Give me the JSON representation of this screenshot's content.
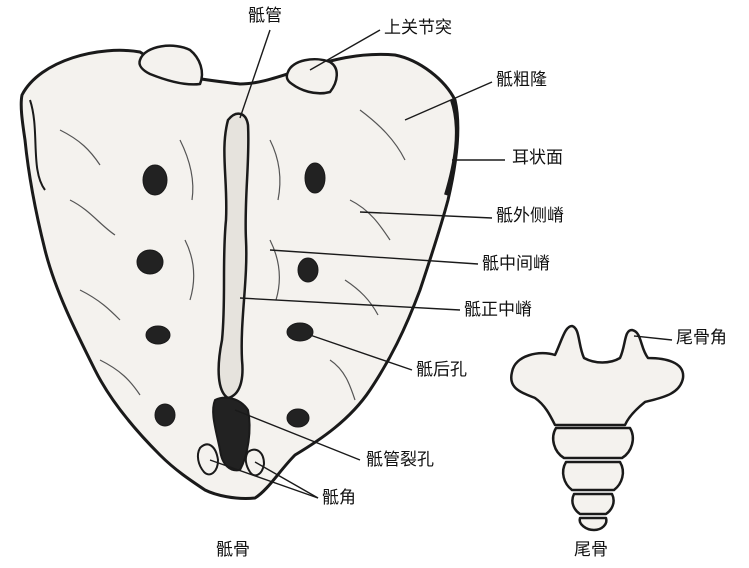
{
  "figure": {
    "sacrum_caption": "骶骨",
    "coccyx_caption": "尾骨"
  },
  "labels": {
    "sacral_canal": "骶管",
    "superior_articular_process": "上关节突",
    "sacral_tuberosity": "骶粗隆",
    "auricular_surface": "耳状面",
    "lateral_sacral_crest": "骶外侧嵴",
    "intermediate_sacral_crest": "骶中间嵴",
    "median_sacral_crest": "骶正中嵴",
    "posterior_sacral_foramen": "骶后孔",
    "sacral_hiatus": "骶管裂孔",
    "sacral_cornu": "骶角",
    "coccygeal_cornu": "尾骨角"
  },
  "colors": {
    "ink": "#1a1a1a",
    "bone_fill": "#f4f2ee",
    "shade": "#555555"
  }
}
